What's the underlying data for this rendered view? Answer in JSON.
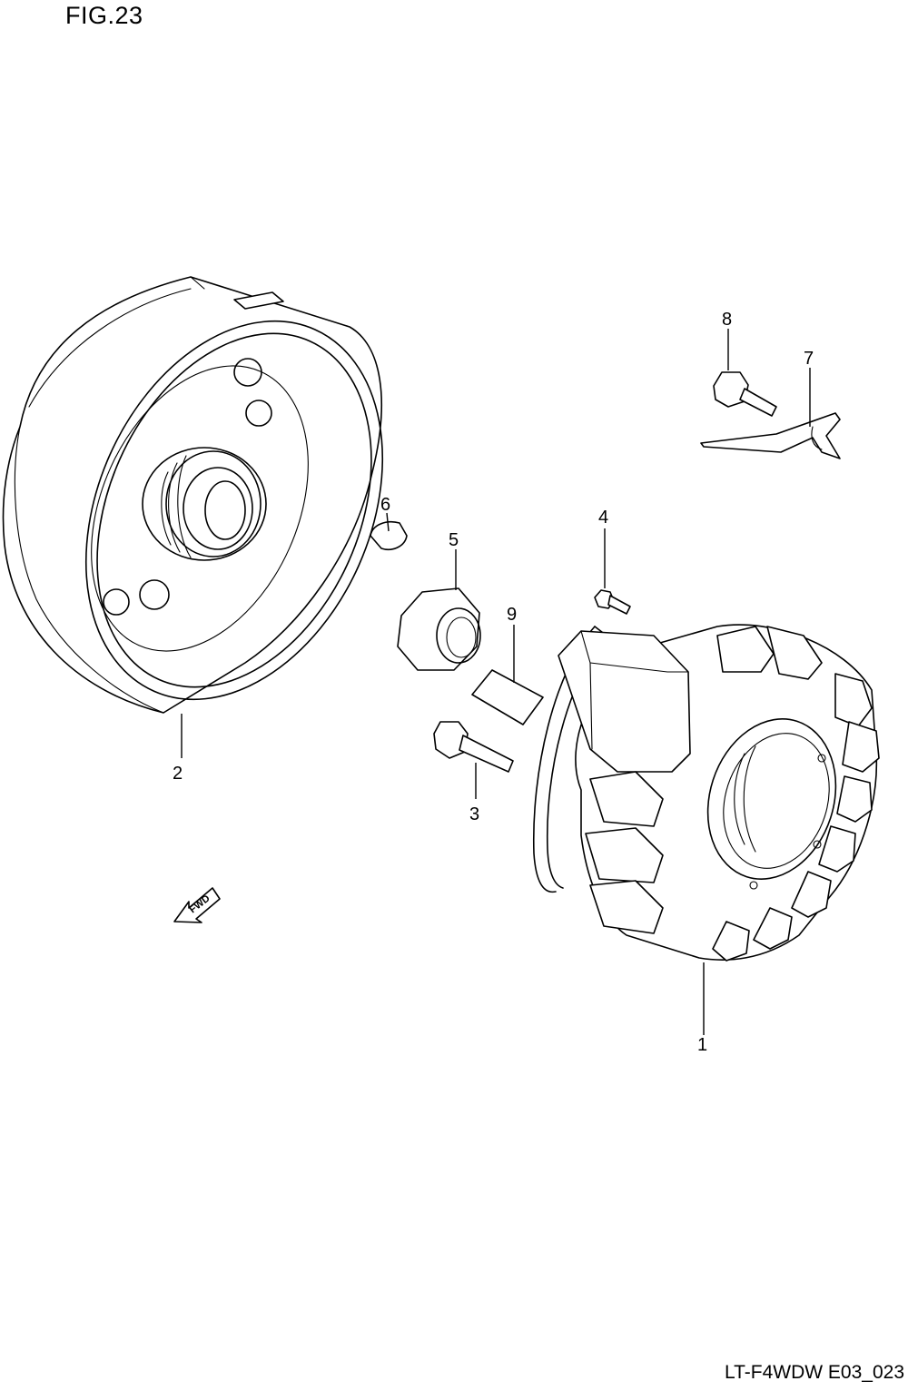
{
  "figure": {
    "title": "FIG.23",
    "code": "LT-F4WDW E03_023",
    "fwd_label": "FWD"
  },
  "callouts": [
    {
      "id": "1",
      "label": "1"
    },
    {
      "id": "2",
      "label": "2"
    },
    {
      "id": "3",
      "label": "3"
    },
    {
      "id": "4",
      "label": "4"
    },
    {
      "id": "5",
      "label": "5"
    },
    {
      "id": "6",
      "label": "6"
    },
    {
      "id": "7",
      "label": "7"
    },
    {
      "id": "8",
      "label": "8"
    },
    {
      "id": "9",
      "label": "9"
    }
  ]
}
